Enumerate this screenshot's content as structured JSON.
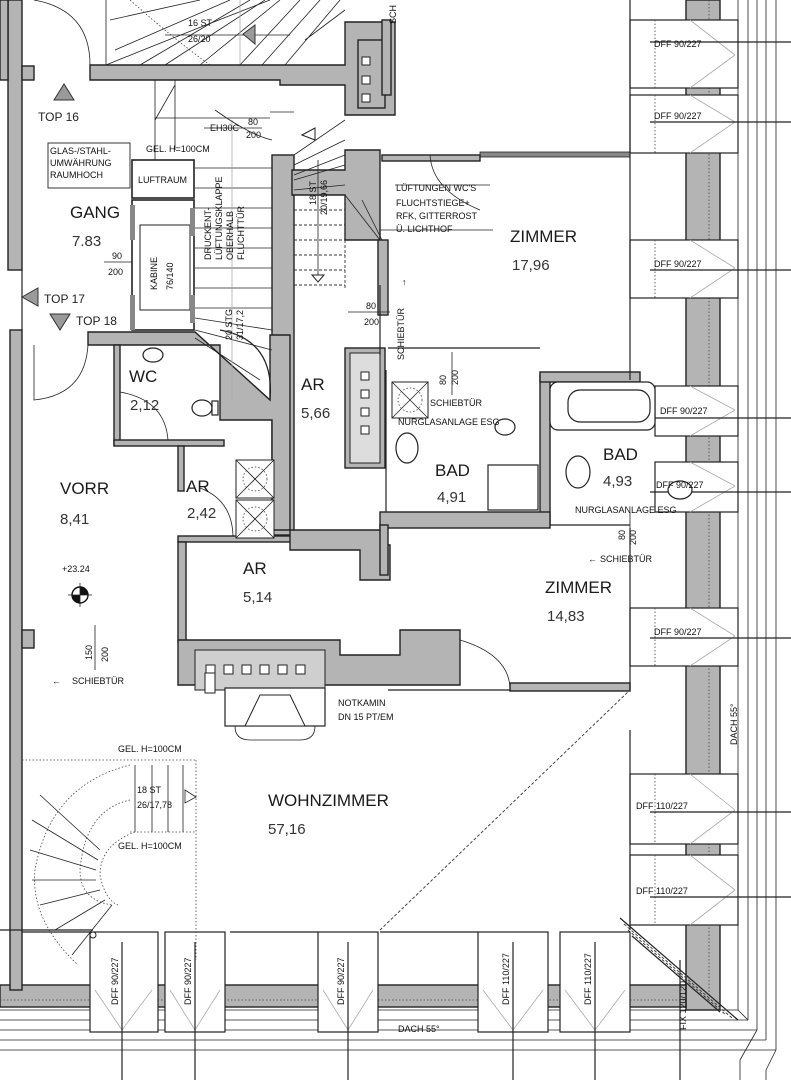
{
  "plan": {
    "rooms": [
      {
        "id": "gang",
        "name": "GANG",
        "area": "7.83"
      },
      {
        "id": "wc",
        "name": "WC",
        "area": "2,12"
      },
      {
        "id": "vorr",
        "name": "VORR",
        "area": "8,41"
      },
      {
        "id": "ar1",
        "name": "AR",
        "area": "2,42"
      },
      {
        "id": "ar2",
        "name": "AR",
        "area": "5,66"
      },
      {
        "id": "ar3",
        "name": "AR",
        "area": "5,14"
      },
      {
        "id": "bad1",
        "name": "BAD",
        "area": "4,91"
      },
      {
        "id": "bad2",
        "name": "BAD",
        "area": "4,93"
      },
      {
        "id": "zimmer1",
        "name": "ZIMMER",
        "area": "17,96"
      },
      {
        "id": "zimmer2",
        "name": "ZIMMER",
        "area": "14,83"
      },
      {
        "id": "wohnzimmer",
        "name": "WOHNZIMMER",
        "area": "57,16"
      }
    ],
    "tops": [
      "TOP 16",
      "TOP 17",
      "TOP 18"
    ],
    "notes": {
      "glas_1": "GLAS-/STAHL-",
      "glas_2": "UMWÄHRUNG",
      "glas_3": "RAUMHOCH",
      "gel_top": "GEL. H=100CM",
      "luftraum": "LUFTRAUM",
      "kabine": "KABINE",
      "kabine_size": "76/140",
      "ehsac": "EH30C",
      "door_80": "80",
      "door_200": "200",
      "door_90": "90",
      "door_150": "150",
      "druck_1": "DRUCKENT-",
      "druck_2": "LÜFTUNGSKLAPPE",
      "druck_3": "OBERHALB",
      "druck_4": "FLUCHTTÜR",
      "stair_top_1": "16 ST",
      "stair_top_2": "26/20",
      "stair_mid_1": "18 ST",
      "stair_mid_2": "20/19,66",
      "stair_left_1": "20 STG",
      "stair_left_2": "31/17,2",
      "lueft_1": "LÜFTUNGEN WC'S",
      "lueft_2": "FLUCHTSTIEGE+",
      "lueft_3": "RFK, GITTERROST",
      "lueft_4": "Ü. LICHTHOF",
      "schiebtuer": "SCHIEBTÜR",
      "nurglas": "NURGLASANLAGE ESG",
      "level": "+23.24",
      "notkamin_1": "NOTKAMIN",
      "notkamin_2": "DN 15 PT/EM",
      "gel_1": "GEL. H=100CM",
      "gel_2": "GEL. H=100CM",
      "spiral_1": "18 ST",
      "spiral_2": "26/17,78",
      "dach_right": "DACH 55°",
      "dach_bottom": "DACH 55°",
      "sch": "SCH",
      "fix": "FIX 120/120"
    },
    "windows_right": [
      "DFF 90/227",
      "DFF 90/227",
      "DFF 90/227",
      "DFF 90/227",
      "DFF 90/227",
      "DFF 90/227",
      "DFF 110/227",
      "DFF 110/227"
    ],
    "windows_bottom": [
      "DFF 90/227",
      "DFF 90/227",
      "DFF 90/227",
      "DFF 110/227",
      "DFF 110/227"
    ]
  }
}
